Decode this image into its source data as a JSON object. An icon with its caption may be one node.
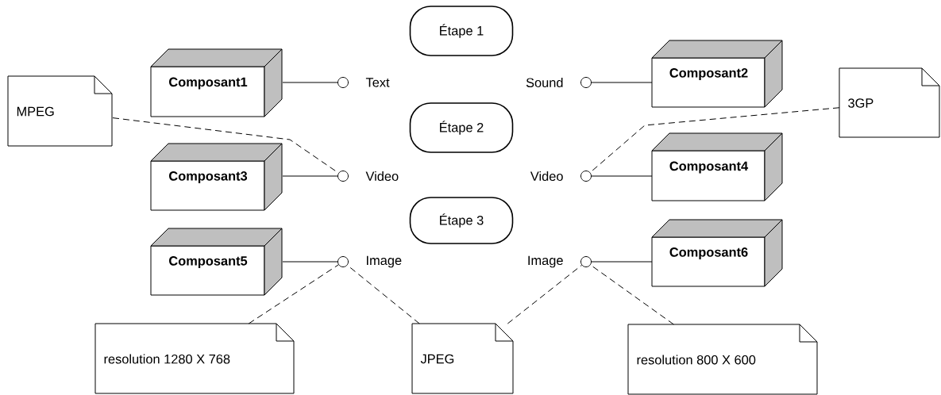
{
  "diagram": {
    "nodes": [
      {
        "text": [
          "Étape 1"
        ]
      },
      {
        "text": [
          "Composant1"
        ]
      },
      {
        "text": [],
        "shape": "circle",
        "beside": [
          "Text"
        ]
      },
      {
        "text": [],
        "shape": "circle",
        "beside": [
          "Sound"
        ]
      },
      {
        "text": [
          "Composant2"
        ]
      },
      {
        "text": [
          "MPEG"
        ]
      },
      {
        "text": [
          "3GP"
        ]
      },
      {
        "text": [
          "Étape 2"
        ]
      },
      {
        "text": [
          "Composant3"
        ]
      },
      {
        "text": [],
        "shape": "circle",
        "beside": [
          "Video"
        ]
      },
      {
        "text": [],
        "shape": "circle",
        "beside": [
          "Video"
        ]
      },
      {
        "text": [
          "Composant4"
        ]
      },
      {
        "text": [
          "Étape 3"
        ]
      },
      {
        "text": [
          "Composant5"
        ]
      },
      {
        "text": [],
        "shape": "circle",
        "beside": [
          "Image"
        ]
      },
      {
        "text": [],
        "shape": "circle",
        "beside": [
          "Image"
        ]
      },
      {
        "text": [
          "Composant6"
        ]
      },
      {
        "text": [
          "resolution 1280 X 768"
        ]
      },
      {
        "text": [
          "JPEG"
        ]
      },
      {
        "text": [
          "resolution 800 X 600"
        ]
      }
    ],
    "edges": [
      {
        "from": 1,
        "to": 2,
        "arrow": "none"
      },
      {
        "from": 4,
        "to": 3,
        "arrow": "none"
      },
      {
        "from": 8,
        "to": 9,
        "arrow": "none"
      },
      {
        "from": 11,
        "to": 10,
        "arrow": "none"
      },
      {
        "from": 13,
        "to": 14,
        "arrow": "none"
      },
      {
        "from": 16,
        "to": 15,
        "arrow": "none"
      },
      {
        "from": 5,
        "to": 9,
        "arrow": "none",
        "style": "dashed"
      },
      {
        "from": 6,
        "to": 10,
        "arrow": "none",
        "style": "dashed"
      },
      {
        "from": 17,
        "to": 14,
        "arrow": "none",
        "style": "dashed"
      },
      {
        "from": 18,
        "to": 14,
        "arrow": "none",
        "style": "dashed"
      },
      {
        "from": 18,
        "to": 15,
        "arrow": "none",
        "style": "dashed"
      },
      {
        "from": 19,
        "to": 15,
        "arrow": "none",
        "style": "dashed"
      }
    ]
  }
}
